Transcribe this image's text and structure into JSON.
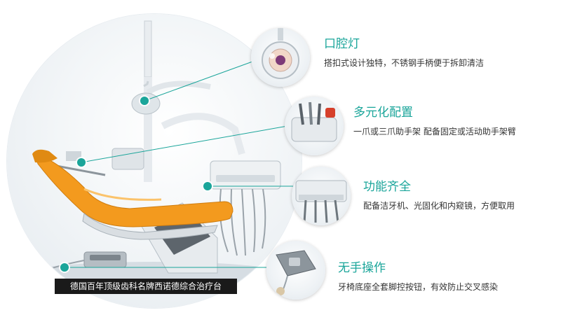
{
  "colors": {
    "accent": "#1aa59a",
    "chair_orange": "#f39a1e",
    "caption_bg": "#1a1a1a",
    "text": "#333333"
  },
  "caption": "德国百年顶级齿科名牌西诺德综合治疗台",
  "features": [
    {
      "title": "口腔灯",
      "desc": "搭扣式设计独特，不锈钢手柄便于拆卸清洁",
      "icon": "dental-lamp-icon"
    },
    {
      "title": "多元化配置",
      "desc": "一爪或三爪助手架 配备固定或活动助手架臂",
      "icon": "instrument-holder-icon"
    },
    {
      "title": "功能齐全",
      "desc": "配备洁牙机、光固化和内窥镜，方便取用",
      "icon": "instrument-tray-icon"
    },
    {
      "title": "无手操作",
      "desc": "牙椅底座全套脚控按钮，有效防止交叉感染",
      "icon": "foot-control-icon"
    }
  ]
}
